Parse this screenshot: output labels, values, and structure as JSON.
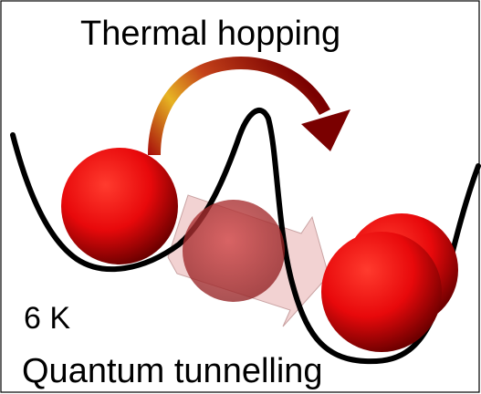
{
  "labels": {
    "thermal": "Thermal hopping",
    "temperature": "6 K",
    "quantum": "Quantum tunnelling"
  },
  "colors": {
    "potential_curve": "#000000",
    "sphere": "#e8090b",
    "sphere_dark": "#6e0000",
    "tunnel_arrow": "#f2d2d2",
    "hop_arrow_start": "#f2e426",
    "hop_arrow_end": "#7a0000",
    "frame": "#000000"
  },
  "icons": {
    "hop_arrow": "curved-arrow-icon",
    "tunnel_arrow": "block-arrow-icon"
  }
}
